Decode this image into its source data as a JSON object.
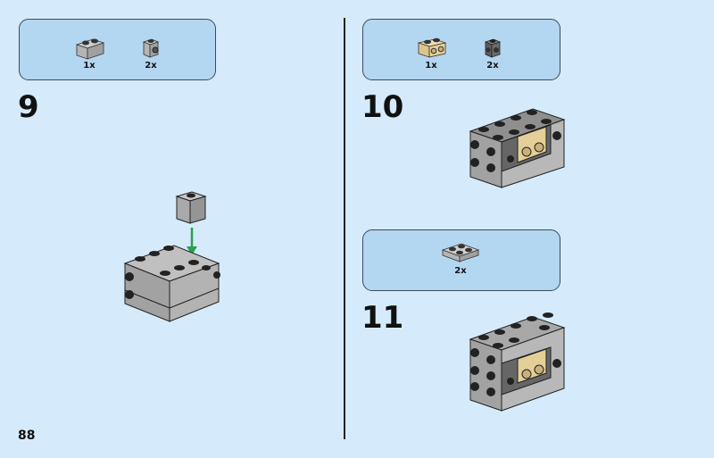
{
  "page_number": "88",
  "steps": [
    {
      "number": "9",
      "parts": [
        {
          "qty": "1x",
          "name": "light-gray-1x2-brick"
        },
        {
          "qty": "2x",
          "name": "light-gray-1x1-brick-side-stud"
        }
      ]
    },
    {
      "number": "10",
      "parts": [
        {
          "qty": "1x",
          "name": "tan-1x2-brick-side-studs"
        },
        {
          "qty": "2x",
          "name": "dark-gray-1x1-brick-side-studs"
        }
      ]
    },
    {
      "number": "11",
      "parts": [
        {
          "qty": "2x",
          "name": "light-gray-2x2-plate"
        }
      ]
    }
  ],
  "colors": {
    "background": "#d5ebfb",
    "panel": "#b3d6f1",
    "light_gray": "#a9a9a9",
    "dark_gray": "#6b6b6b",
    "tan": "#e4cf98",
    "arrow": "#2aa24a"
  }
}
